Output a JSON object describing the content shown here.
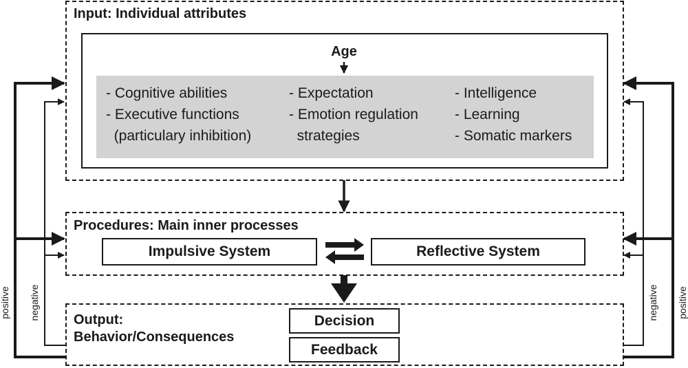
{
  "input": {
    "title": "Input: Individual attributes",
    "age": "Age",
    "col1": [
      "- Cognitive abilities",
      "- Executive functions",
      "  (particulary inhibition)"
    ],
    "col2": [
      "- Expectation",
      "- Emotion regulation",
      "  strategies"
    ],
    "col3": [
      "- Intelligence",
      "- Learning",
      "- Somatic markers"
    ]
  },
  "procedures": {
    "title": "Procedures: Main inner processes",
    "impulsive": "Impulsive System",
    "reflective": "Reflective System"
  },
  "output": {
    "title_line1": "Output:",
    "title_line2": "Behavior/Consequences",
    "decision": "Decision",
    "feedback": "Feedback"
  },
  "feedback_loops": {
    "positive": "positive",
    "negative": "negative"
  }
}
